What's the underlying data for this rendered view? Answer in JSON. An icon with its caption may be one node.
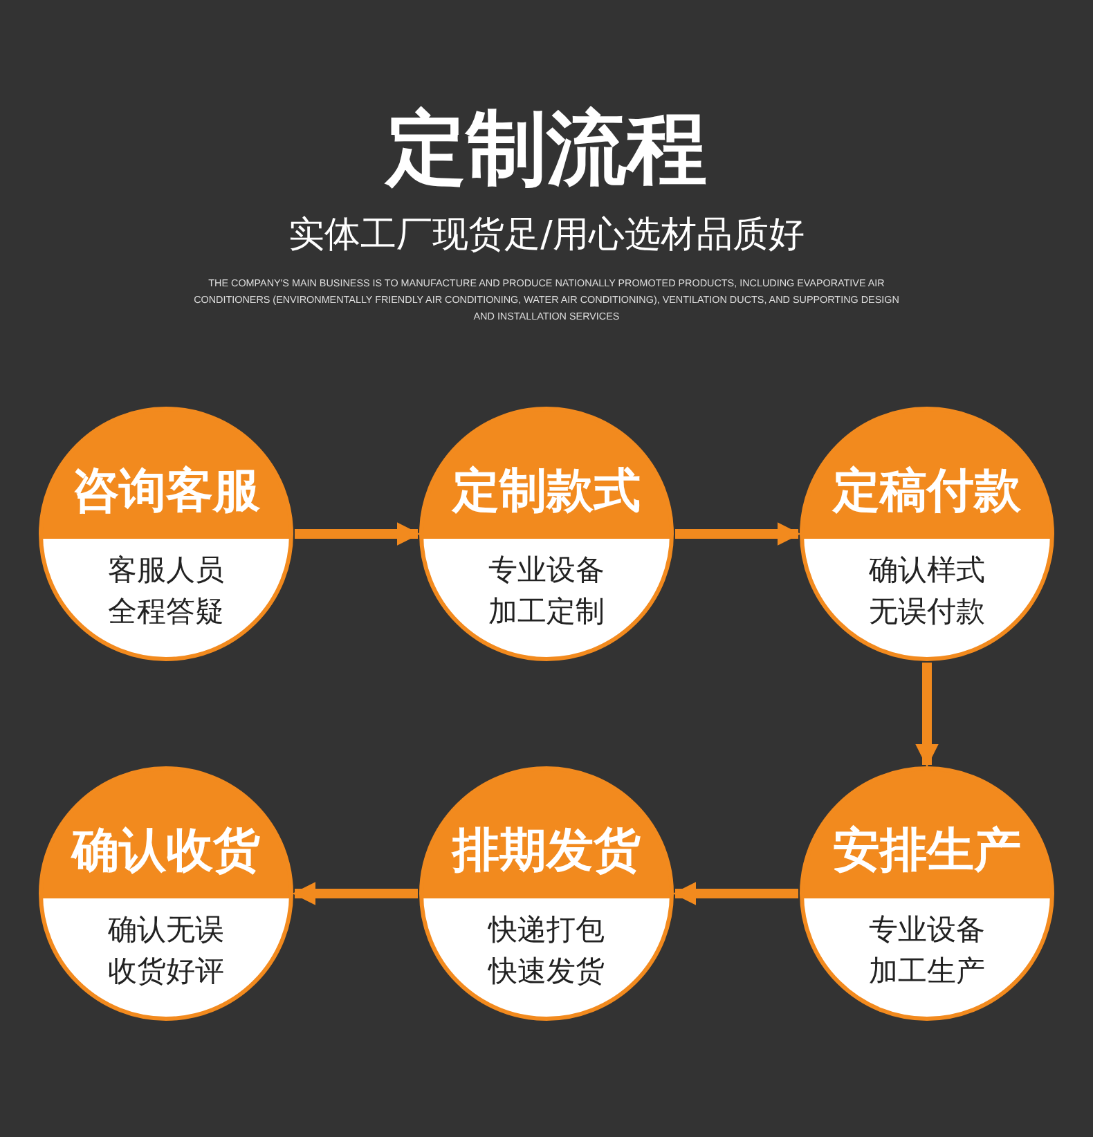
{
  "diagram": {
    "title": "定制流程",
    "nodes": [
      {
        "text": [
          "咨询客服",
          "客服人员全程答疑"
        ]
      },
      {
        "text": [
          "定制款式",
          "专业设备加工定制"
        ]
      },
      {
        "text": [
          "定稿付款",
          "确认样式无误付款"
        ]
      },
      {
        "text": [
          "安排生产",
          "专业设备加工生产"
        ]
      },
      {
        "text": [
          "排期发货",
          "快递打包快速发货"
        ]
      },
      {
        "text": [
          "确认收货",
          "确认无误收货好评"
        ]
      }
    ],
    "edges": [
      {
        "from": 0,
        "to": 1,
        "arrow": "to"
      },
      {
        "from": 1,
        "to": 2,
        "arrow": "to"
      },
      {
        "from": 2,
        "to": 3,
        "arrow": "to"
      },
      {
        "from": 3,
        "to": 4,
        "arrow": "to"
      },
      {
        "from": 4,
        "to": 5,
        "arrow": "to"
      }
    ],
    "labels": [
      "实体工厂现货足/用心选材品质好",
      "THE COMPANY'S MAIN BUSINESS IS TO MANUFACTURE AND PRODUCE NATIONALLY PROMOTED PRODUCTS, INCLUDING EVAPORATIVE AIR CONDITIONERS (ENVIRONMENTALLY FRIENDLY AIR CONDITIONING, WATER AIR CONDITIONING), VENTILATION DUCTS, AND SUPPORTING DESIGN AND INSTALLATION SERVICES"
    ]
  }
}
